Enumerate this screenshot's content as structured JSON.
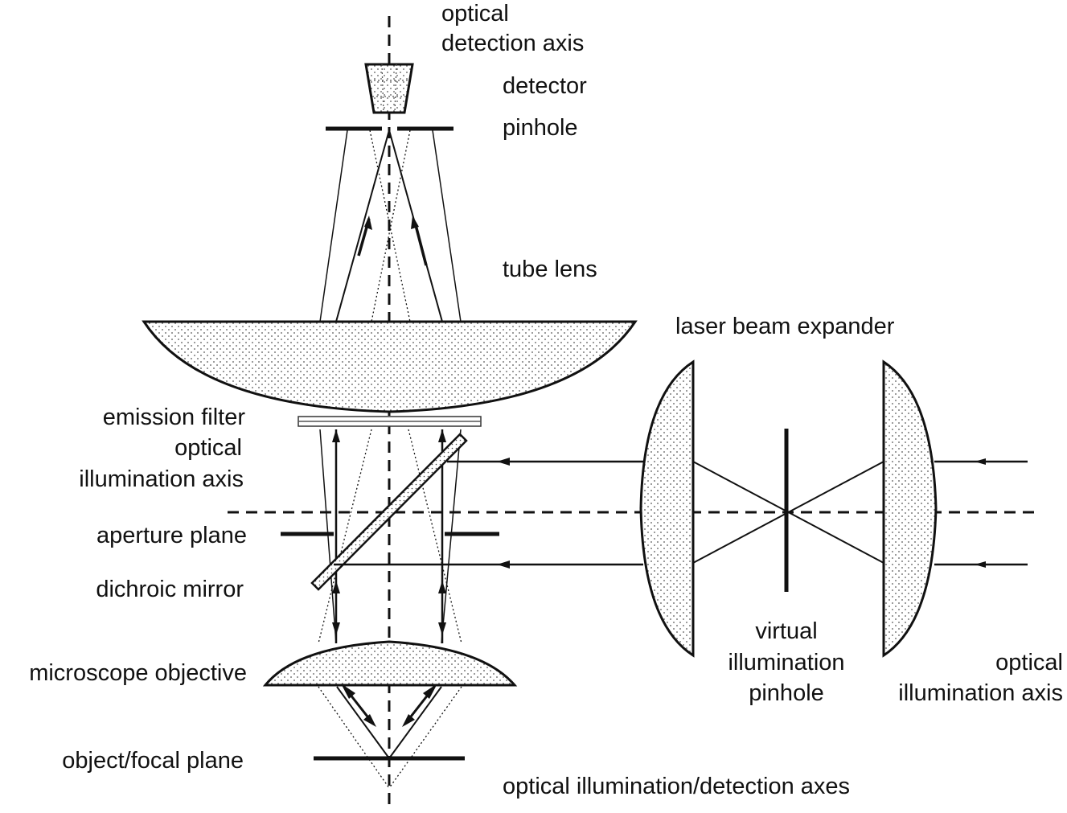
{
  "labels": {
    "detection_axis_1": "optical",
    "detection_axis_2": "detection axis",
    "detector": "detector",
    "pinhole": "pinhole",
    "tube_lens": "tube lens",
    "laser_beam_expander": "laser beam expander",
    "emission_filter": "emission filter",
    "illum_axis_left_1": "optical",
    "illum_axis_left_2": "illumination axis",
    "aperture_plane": "aperture plane",
    "dichroic_mirror": "dichroic mirror",
    "microscope_objective": "microscope objective",
    "object_focal_plane": "object/focal plane",
    "virtual_pinhole_1": "virtual",
    "virtual_pinhole_2": "illumination",
    "virtual_pinhole_3": "pinhole",
    "illum_axis_right_1": "optical",
    "illum_axis_right_2": "illumination axis",
    "combined_axes": "optical illumination/detection axes"
  },
  "colors": {
    "line": "#111111",
    "lens_fill": "#f4f4f4",
    "stipple": "#555555"
  }
}
